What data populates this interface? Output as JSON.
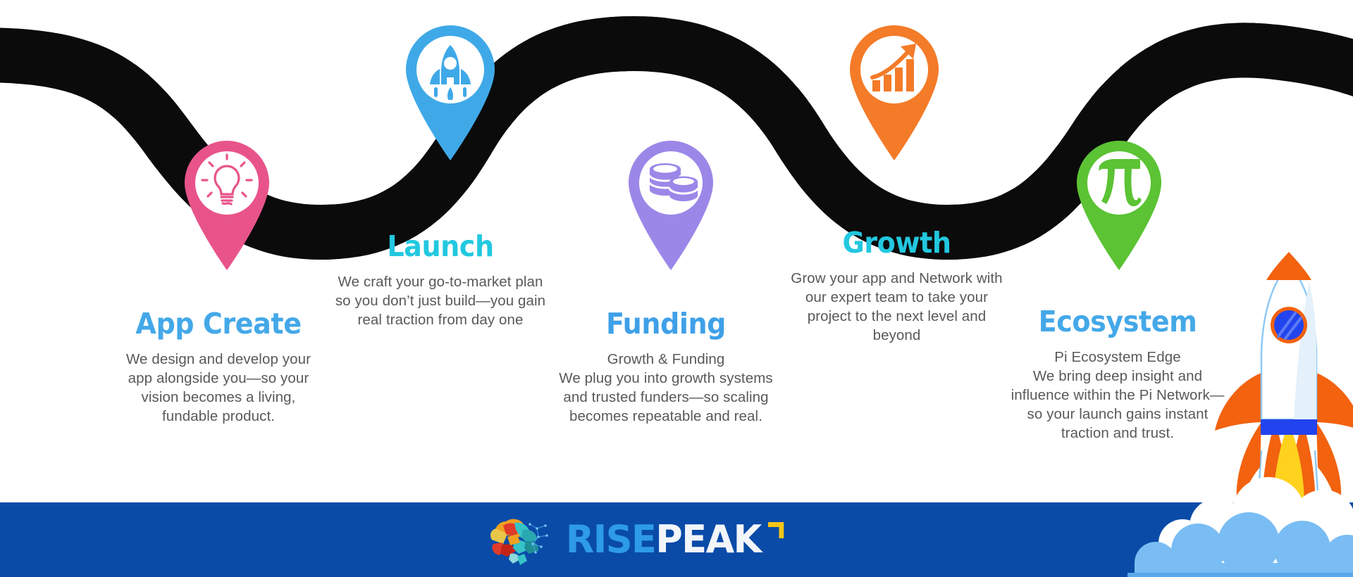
{
  "page": {
    "title": "RisePeak Roadmap Infographic",
    "background_color": "#FFFFFF",
    "footer_color": "#0A4BA8"
  },
  "steps": [
    {
      "id": "app-create",
      "title": "App Create",
      "title_color": "#44A8E8",
      "body": "We design and develop your app alongside you—so your vision becomes a living, fundable product.",
      "pin_color": "#E8548A",
      "icon": "lightbulb-icon"
    },
    {
      "id": "launch",
      "title": "Launch",
      "title_color": "#22C8E0",
      "body": "We craft your go-to-market plan so you don’t just build—you gain real traction from day one",
      "pin_color": "#3FA9E8",
      "icon": "rocket-icon"
    },
    {
      "id": "funding",
      "title": "Funding",
      "title_color": "#3FA0E8",
      "body": "Growth & Funding\nWe plug you into growth systems and trusted funders—so scaling becomes repeatable and real.",
      "pin_color": "#9B87E8",
      "icon": "coins-icon"
    },
    {
      "id": "growth",
      "title": "Growth",
      "title_color": "#22C8E0",
      "body": "Grow your app and Network with our expert team to take your project to the next level and beyond",
      "pin_color": "#F47B28",
      "icon": "growth-chart-icon"
    },
    {
      "id": "ecosystem",
      "title": "Ecosystem",
      "title_color": "#44A8E8",
      "body": "Pi Ecosystem Edge\nWe bring deep insight and influence within the Pi Network—so your launch gains instant traction and trust.",
      "pin_color": "#5BC334",
      "icon": "pi-symbol-icon"
    }
  ],
  "logo": {
    "first_word": "RISE",
    "second_word": "PEAK",
    "first_word_color": "#2E9BE8",
    "second_word_color": "#F2F6FA",
    "arrow_color": "#F5C518",
    "brain_icon": "brain-icon"
  },
  "decorations": {
    "road_color": "#0B0B0B",
    "road_dash_color": "#FFFFFF",
    "rocket_icon": "rocket-illustration",
    "rocket_body_color": "#FFFFFF",
    "rocket_accent_color": "#F2620F",
    "rocket_window_color": "#2244EE",
    "rocket_flame_color": "#FFD21E",
    "cloud_white": "#FFFFFF",
    "cloud_blue": "#79BDF4"
  }
}
